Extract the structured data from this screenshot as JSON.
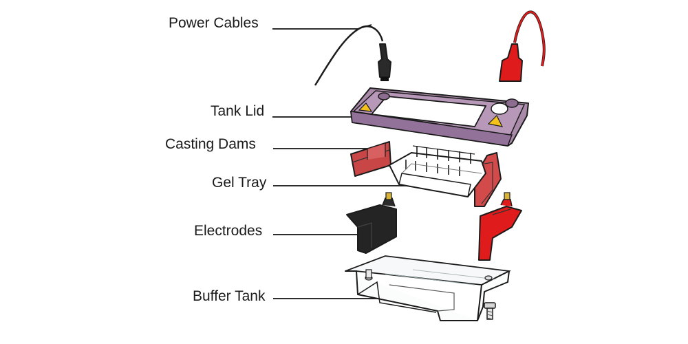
{
  "labels": {
    "power_cables": "Power Cables",
    "tank_lid": "Tank Lid",
    "casting_dams": "Casting Dams",
    "gel_tray": "Gel Tray",
    "electrodes": "Electrodes",
    "buffer_tank": "Buffer Tank"
  },
  "colors": {
    "lid": "#a98aa9",
    "dam": "#d24a4a",
    "red_part": "#e01b1b",
    "black_part": "#1f1f1f",
    "warning": "#f4c21a"
  },
  "icons": [
    "warning-triangle-icon"
  ]
}
